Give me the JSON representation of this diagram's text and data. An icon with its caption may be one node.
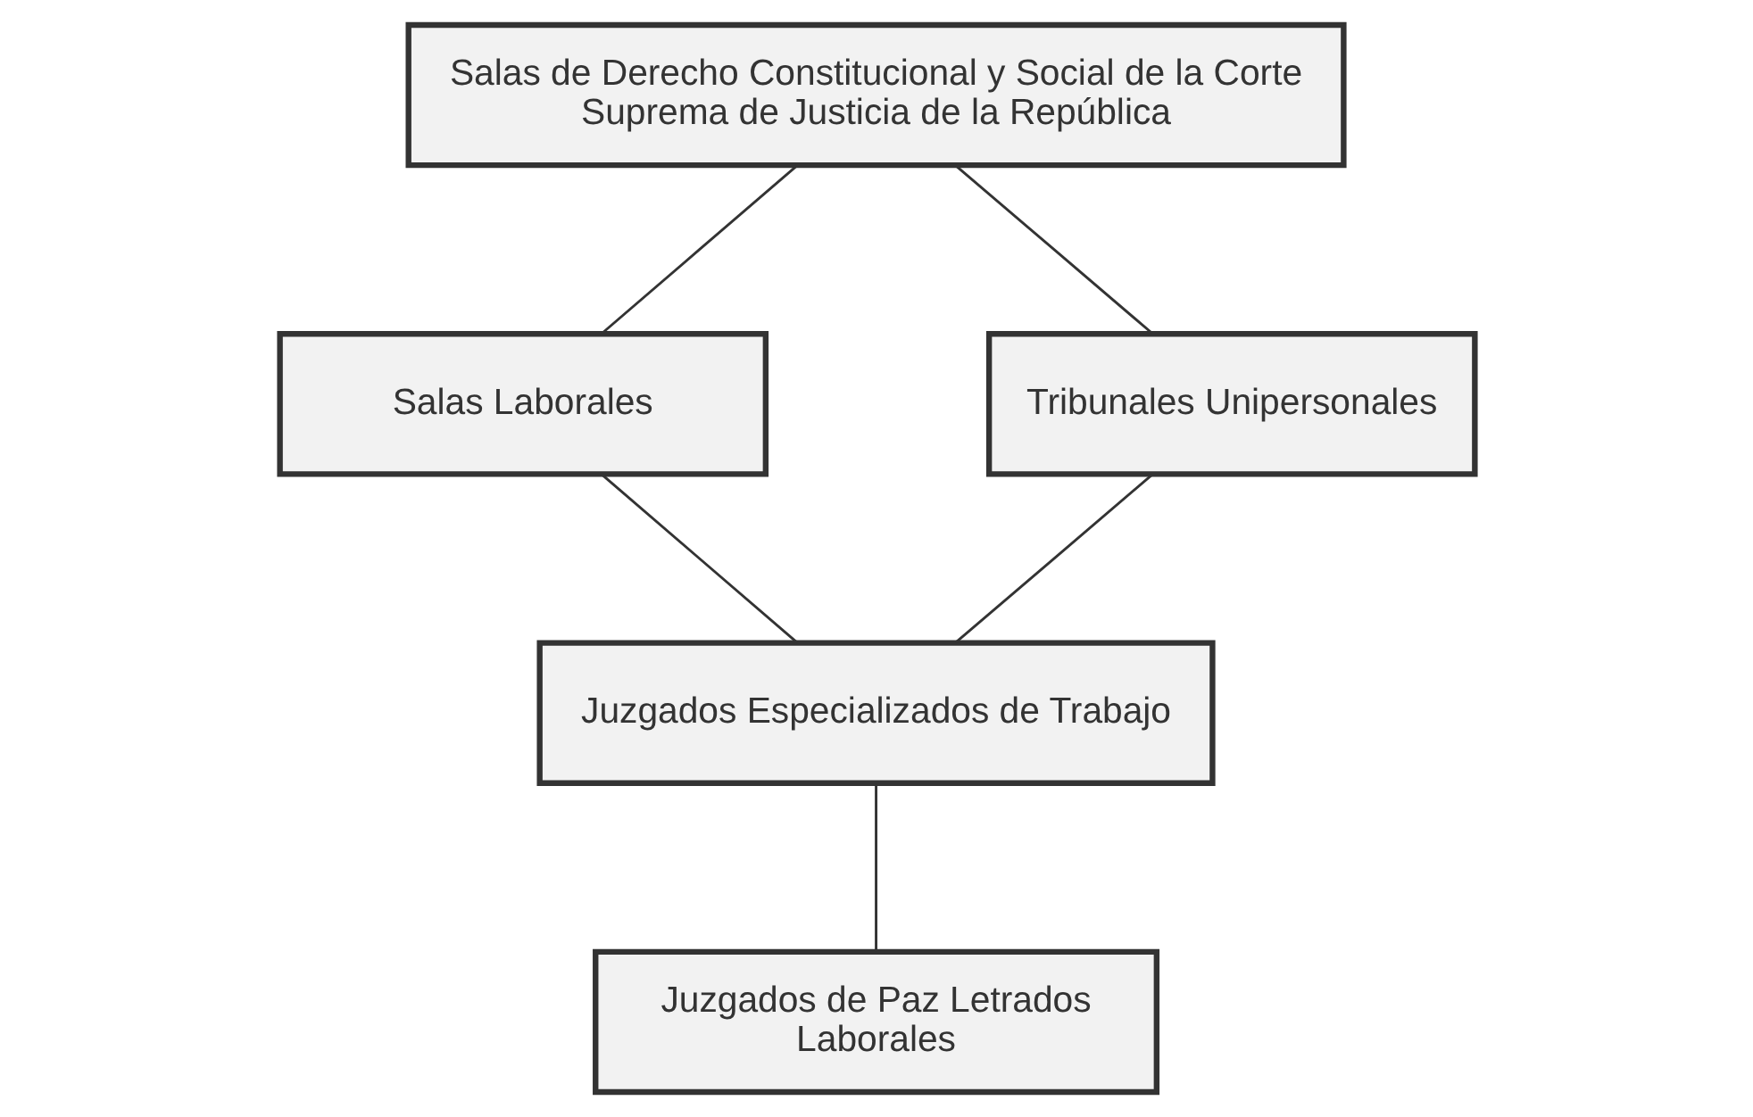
{
  "diagram": {
    "nodes": [
      {
        "text": [
          "Salas de Derecho Constitucional y Social de la Corte Suprema de Justicia de la República"
        ]
      },
      {
        "text": [
          "Salas Laborales"
        ]
      },
      {
        "text": [
          "Tribunales Unipersonales"
        ]
      },
      {
        "text": [
          "Juzgados Especializados de Trabajo"
        ]
      },
      {
        "text": [
          "Juzgados de Paz Letrados Laborales"
        ]
      }
    ],
    "edges": [
      {
        "from": 0,
        "to": 1,
        "arrow": "none"
      },
      {
        "from": 0,
        "to": 2,
        "arrow": "none"
      },
      {
        "from": 1,
        "to": 3,
        "arrow": "none"
      },
      {
        "from": 2,
        "to": 3,
        "arrow": "none"
      },
      {
        "from": 3,
        "to": 4,
        "arrow": "none"
      }
    ]
  }
}
